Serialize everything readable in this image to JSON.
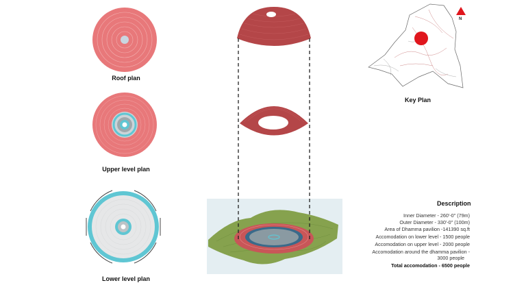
{
  "plans": {
    "roof_label": "Roof plan",
    "upper_label": "Upper level plan",
    "lower_label": "Lower level plan"
  },
  "key_plan": {
    "label": "Key Plan",
    "north_label": "N"
  },
  "description": {
    "title": "Description",
    "lines": [
      "Inner Diameter - 260'-0\" (79m)",
      "Outer Diameter - 330'-0\" (100m)",
      "Area of Dhamma pavilion -141390 sq.ft",
      "Accomodation on lower level - 1500 people",
      "Accomodation on upper level - 2000 people",
      "Accomodation around the dhamma pavilion -",
      "3000 people"
    ],
    "total": "Total accomodation - 6500 people"
  },
  "colors": {
    "salmon": "#e8787a",
    "dark_red": "#b44648",
    "teal": "#5fc6d3",
    "grass": "#86a24e",
    "marker": "#e0161d"
  }
}
